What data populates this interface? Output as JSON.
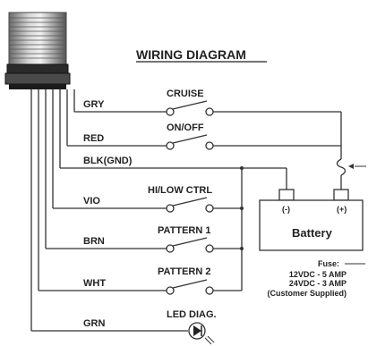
{
  "title": "WIRING DIAGRAM",
  "wires": [
    {
      "color_code": "GRY",
      "switch": "CRUISE"
    },
    {
      "color_code": "RED",
      "switch": "ON/OFF"
    },
    {
      "color_code": "BLK(GND)",
      "switch": ""
    },
    {
      "color_code": "VIO",
      "switch": "HI/LOW CTRL"
    },
    {
      "color_code": "BRN",
      "switch": "PATTERN 1"
    },
    {
      "color_code": "WHT",
      "switch": "PATTERN 2"
    },
    {
      "color_code": "GRN",
      "switch": "LED DIAG."
    }
  ],
  "battery": {
    "label": "Battery",
    "neg": "(-)",
    "pos": "(+)"
  },
  "fuse": {
    "label": "Fuse:",
    "line1": "12VDC - 5 AMP",
    "line2": "24VDC - 3 AMP",
    "line3": "(Customer Supplied)"
  }
}
